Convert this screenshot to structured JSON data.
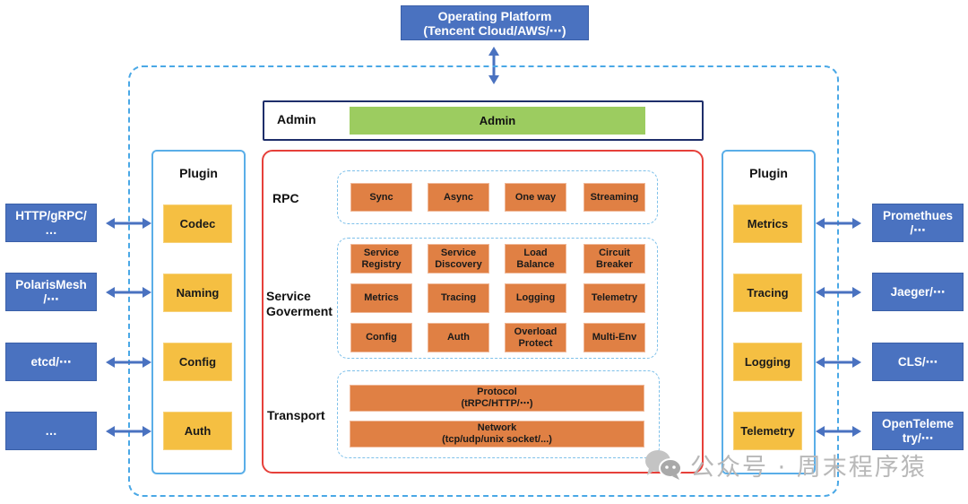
{
  "platform": {
    "label": "Operating Platform\n(Tencent Cloud/AWS/⋯)"
  },
  "admin": {
    "row_label": "Admin",
    "bar_label": "Admin"
  },
  "core": {
    "rpc": {
      "label": "RPC",
      "items": [
        "Sync",
        "Async",
        "One way",
        "Streaming"
      ]
    },
    "service_governance": {
      "label": "Service\nGoverment",
      "items": [
        "Service\nRegistry",
        "Service\nDiscovery",
        "Load\nBalance",
        "Circuit\nBreaker",
        "Metrics",
        "Tracing",
        "Logging",
        "Telemetry",
        "Config",
        "Auth",
        "Overload\nProtect",
        "Multi-Env"
      ]
    },
    "transport": {
      "label": "Transport",
      "items": [
        "Protocol\n(tRPC/HTTP/⋯)",
        "Network\n(tcp/udp/unix socket/...)"
      ]
    }
  },
  "left_plugin": {
    "title": "Plugin",
    "items": [
      "Codec",
      "Naming",
      "Config",
      "Auth"
    ]
  },
  "right_plugin": {
    "title": "Plugin",
    "items": [
      "Metrics",
      "Tracing",
      "Logging",
      "Telemetry"
    ]
  },
  "left_external": [
    "HTTP/gRPC/\n…",
    "PolarisMesh\n/⋯",
    "etcd/⋯",
    "…"
  ],
  "right_external": [
    "Promethues\n/⋯",
    "Jaeger/⋯",
    "CLS/⋯",
    "OpenTeleme\ntry/⋯"
  ],
  "watermark": {
    "icon": "wechat-icon",
    "text": "公众号 · 周末程序猿"
  },
  "colors": {
    "external_blue": "#4a72c0",
    "component_orange": "#e08044",
    "plugin_yellow": "#f5bf42",
    "admin_green": "#9ccc60",
    "core_red": "#e6403a",
    "boundary_blue": "#4aa8e6",
    "arrow_blue": "#4a72c0"
  }
}
